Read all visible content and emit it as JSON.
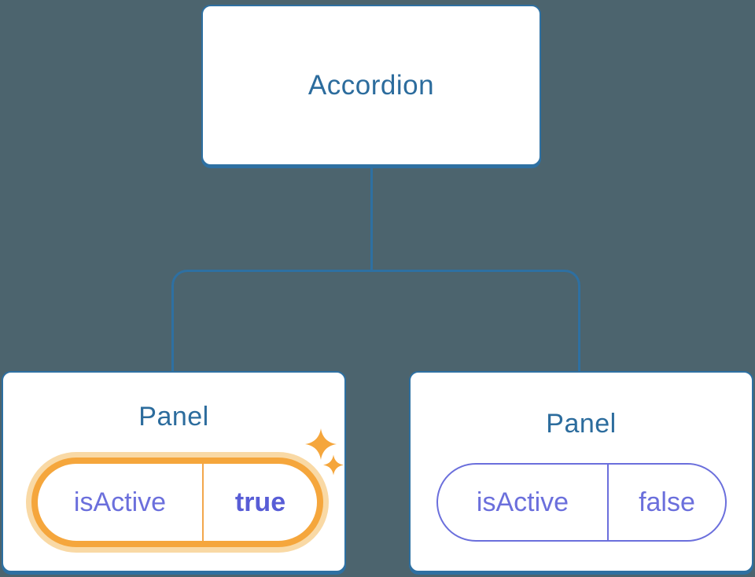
{
  "diagram": {
    "root": {
      "label": "Accordion"
    },
    "panels": [
      {
        "title": "Panel",
        "state_key": "isActive",
        "state_value": "true",
        "active": true,
        "highlight": "sparkles"
      },
      {
        "title": "Panel",
        "state_key": "isActive",
        "state_value": "false",
        "active": false,
        "highlight": "none"
      }
    ]
  },
  "colors": {
    "bg": "#4C646E",
    "line_blue": "#2E70A2",
    "text_blue": "#2C6C9D",
    "card_bg": "#FFFFFF",
    "purple": "#6B6FDC",
    "purple_bold": "#585DD6",
    "orange": "#F5A63C",
    "orange_glow": "#F9D9A5",
    "orange_divider": "#F2A64C"
  }
}
